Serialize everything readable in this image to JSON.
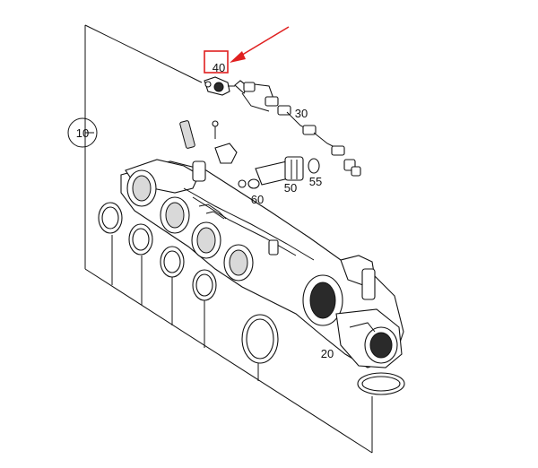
{
  "callouts": {
    "c10": "10",
    "c20": "20",
    "c30": "30",
    "c40": "40",
    "c50": "50",
    "c55": "55",
    "c60": "60"
  },
  "highlight_color": "#e02020"
}
